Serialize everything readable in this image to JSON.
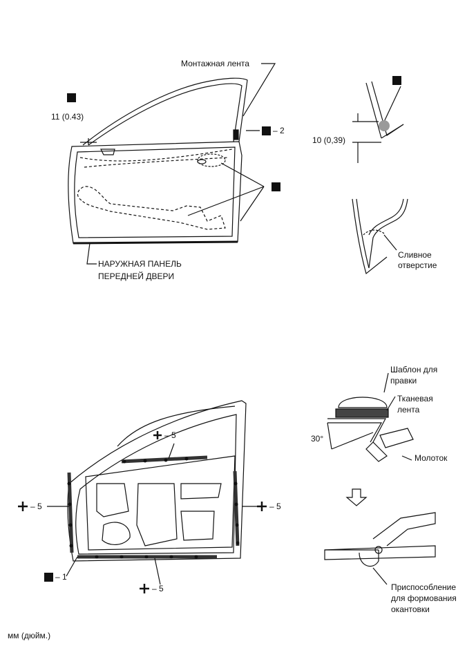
{
  "labels": {
    "tape": "Монтажная лента",
    "dim_top_left": "11 (0.43)",
    "item_qty_2": "– 2",
    "dim_detail": "10 (0,39)",
    "drain_hole_1": "Сливное",
    "drain_hole_2": "отверстие",
    "outer_panel_1": "НАРУЖНАЯ ПАНЕЛЬ",
    "outer_panel_2": "ПЕРЕДНЕЙ ДВЕРИ",
    "template_1": "Шаблон для",
    "template_2": "правки",
    "cloth_tape_1": "Тканевая",
    "cloth_tape_2": "лента",
    "angle": "30°",
    "hammer": "Молоток",
    "qty_top": "– 5",
    "qty_left": "– 5",
    "qty_right": "– 5",
    "qty_bottom": "– 5",
    "qty_1": "– 1",
    "hemming_tool_1": "Приспособление",
    "hemming_tool_2": "для формования",
    "hemming_tool_3": "окантовки",
    "units": "мм (дюйм.)"
  },
  "icons": [
    "torque-icon",
    "adhesive-icon",
    "spot-weld-icon",
    "clip-icon",
    "plus-cross-icon"
  ],
  "colors": {
    "line": "#111111",
    "fill_dark": "#222222",
    "fill_grey": "#9a9a9a"
  }
}
